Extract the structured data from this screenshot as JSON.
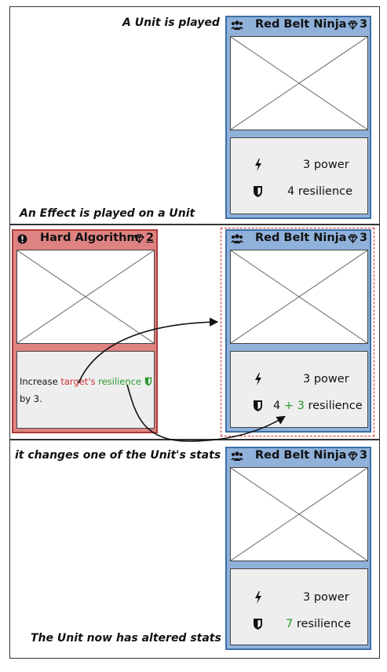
{
  "panel1": {
    "caption": "A Unit is played",
    "card": {
      "name": "Red Belt Ninja",
      "cost": "3",
      "power_value": "3",
      "power_label": "power",
      "resilience_value": "4",
      "resilience_label": "resilience"
    }
  },
  "panel2": {
    "caption": "An Effect is played on a Unit",
    "effect_card": {
      "name": "Hard Algorithm",
      "cost": "2",
      "text_prefix": "Increase",
      "text_target": "target's",
      "text_stat": "resilience",
      "text_suffix": "by 3."
    },
    "card": {
      "name": "Red Belt Ninja",
      "cost": "3",
      "power_value": "3",
      "power_label": "power",
      "resilience_value": "4",
      "resilience_bonus": "+ 3",
      "resilience_label": "resilience"
    }
  },
  "panel3": {
    "caption": "it changes one of the Unit's stats",
    "caption_bottom": "The Unit now has altered stats",
    "card": {
      "name": "Red Belt Ninja",
      "cost": "3",
      "power_value": "3",
      "power_label": "power",
      "resilience_value": "7",
      "resilience_label": "resilience"
    }
  },
  "icons": {
    "unit": "group-icon",
    "effect": "exclamation-circle-icon",
    "cost": "gem-icon",
    "power": "lightning-icon",
    "resilience": "shield-icon"
  },
  "colors": {
    "unit_card": "#8fb1da",
    "unit_border": "#3c6ea8",
    "effect_card": "#df8282",
    "effect_border": "#b23a3a",
    "highlight": "#d03030",
    "bonus": "#2a9a2a"
  }
}
